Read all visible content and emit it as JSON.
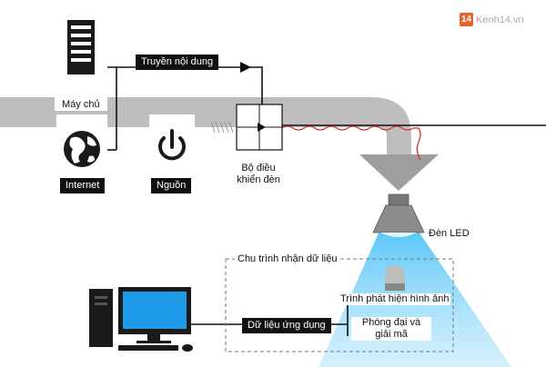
{
  "watermark": {
    "badge": "14",
    "text": "Kenh14.vn"
  },
  "labels": {
    "server": "Máy chủ",
    "internet": "Internet",
    "power": "Nguồn",
    "content_transfer": "Truyền nội dung",
    "controller": "Bộ điều\nkhiển đèn",
    "led": "Đèn LED",
    "receive_cycle": "Chu trình nhận dữ liệu",
    "image_detector": "Trình phát hiện hình ảnh",
    "amplify_decode": "Phóng đại và\ngiải mã",
    "app_data": "Dữ liệu ứng dụng"
  },
  "colors": {
    "pipe": "#bdbdbd",
    "light_beam": "#4fc3f7",
    "monitor_screen": "#1e9be8",
    "signal_wave": "#d32f2f",
    "brand": "#e8632a"
  },
  "icons": [
    "server-icon",
    "globe-icon",
    "power-icon",
    "lamp-icon",
    "computer-icon",
    "mouse-icon",
    "sensor-icon"
  ]
}
